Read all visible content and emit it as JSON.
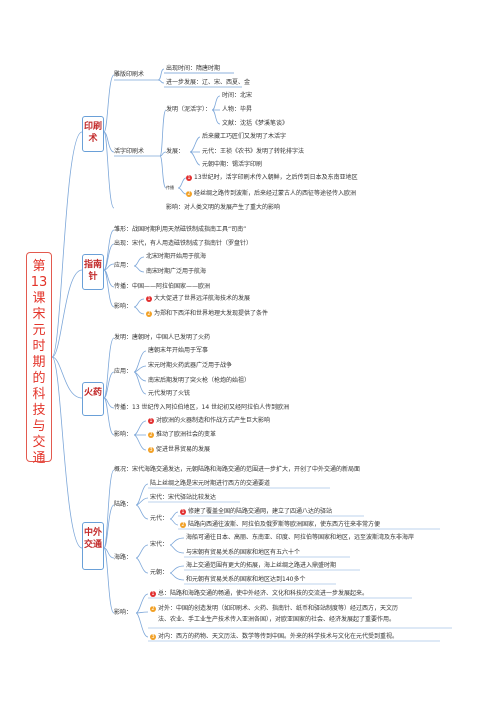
{
  "root": "第13课宋元时期的科技与交通",
  "topics": {
    "print": "印刷术",
    "compass": "指南针",
    "gunpowder": "火药",
    "transport": "中外交通"
  },
  "print": {
    "diaoban": "雕版印刷术",
    "diaoban_items": [
      "出现时间：隋唐时期",
      "进一步发展：辽、宋、西夏、金"
    ],
    "huozi": "活字印刷术",
    "faming": "发明（泥活字）：",
    "faming_items": [
      "时间：北宋",
      "人物：毕昇",
      "文献：沈括《梦溪笔谈》"
    ],
    "fazhan": "发展：",
    "fazhan_items": [
      "后来藏工巧匠们又发明了木活字",
      "元代：王祯《农书》发明了转轮排字法",
      "元朝中期：锡活字印刷"
    ],
    "chuanbo": "传播",
    "chuanbo_items": [
      "13世纪时，活字印刷术传入朝鲜，之后传到日本及东南亚地区",
      "经丝绸之路传到波斯，后来经过蒙古人的西征等途径传入欧洲"
    ],
    "yingxiang": "影响：对人类文明的发展产生了重大的影响"
  },
  "compass": {
    "l1": "雏形：战国时期利用天然磁铁制成指南工具“司南”",
    "l2": "出现：宋代，有人用造磁铁制成了指南针（罗盘针）",
    "yingyong": "应用：",
    "yingyong_items": [
      "北宋时期开始用于航海",
      "南宋时期广泛用于航海"
    ],
    "chuanbo": "传播：中国——阿拉伯国家——欧洲",
    "yingxiang": "影响：",
    "yingxiang_items": [
      "大大促进了世界远洋航海技术的发展",
      "为郑和下西洋和世界地理大发现提供了条件"
    ]
  },
  "gunpowder": {
    "l1": "发明：唐朝时，中国人已发明了火药",
    "yingyong": "应用：",
    "yingyong_items": [
      "唐朝末年开始用于军事",
      "宋元时期火药武器广泛用于战争",
      "南宋后期发明了突火枪（枪炮的始祖）",
      "元代发明了火铳"
    ],
    "chuanbo": "传播：13 世纪传入阿拉伯地区，14 世纪初又经阿拉伯人传到欧洲",
    "yingxiang": "影响：",
    "yingxiang_items": [
      "对欧洲的火器制造和作战方式产生巨大影响",
      "推动了欧洲社会的变革",
      "促进世界贸易的发展"
    ]
  },
  "transport": {
    "gaikuang": "概况：宋代海路交通发达，元朝陆路和海路交通的范围进一步扩大，开创了中外交通的新局面",
    "lulu": "陆路：",
    "lulu_items": [
      "陆上丝绸之路是宋元时期进行西方的交通要道",
      "宋代：宋代驿站比较发达"
    ],
    "yuandai": "元代：",
    "yuandai_items": [
      "修建了覆盖全国的陆路交通网，建立了四通八达的驿站",
      "陆路向西通往波斯、阿拉伯及俄罗斯等欧洲国家，使东西方往来非常方便"
    ],
    "hailu": "海路：",
    "songdai": "宋代：",
    "songdai_items": [
      "海船可通往日本、高丽、东南亚、印度、阿拉伯等国家和地区，远至波斯湾及东非海岸",
      "与宋朝有贸易关系的国家和地区有五六十个"
    ],
    "yuanchao": "元朝：",
    "yuanchao_items": [
      "海上交通范围有更大的拓展，海上丝绸之路进入鼎盛时期",
      "和元朝有贸易关系的国家和地区达到140多个"
    ],
    "yingxiang": "影响：",
    "yx1": "总：陆路和海路交通的畅通，使中外经济、文化和科技的交流进一步发展起来。",
    "yx2a": "对外：中国的创造发明（如印刷术、火药、指南针、纸币和驿站制度等）经过西方，天文历",
    "yx2b": "法、农业、手工业生产技术传入亚洲各国），对欧亚国家的社会、经济发展起了重要作用。",
    "yx3": "对内：西方的药物、天文历法、数学等传到中国。外来的科学技术与文化在元代受到重视。"
  }
}
